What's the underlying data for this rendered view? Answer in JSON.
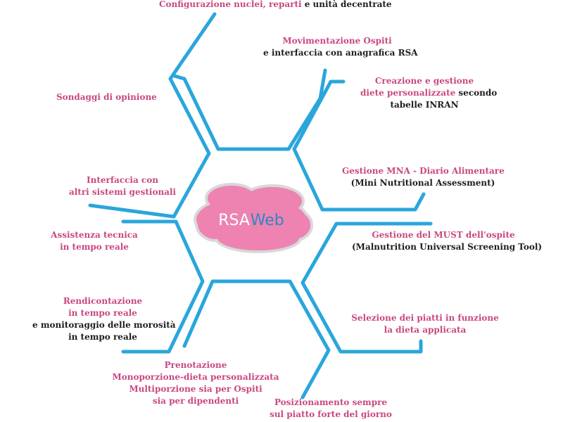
{
  "center": {
    "word1": "RSA",
    "word2": "Web"
  },
  "colors": {
    "line": "#2aa6dc",
    "pink": "#c9487f",
    "cloud": "#ee83b1",
    "cloud_outline": "#d8d8d8",
    "dark": "#1e1e1e",
    "web": "#2e86c8"
  },
  "labels": {
    "config": {
      "pink": "Configurazione nuclei, reparti",
      "dark": " e unità decentrate"
    },
    "movimentazione": {
      "line1": "Movimentazione Ospiti",
      "line2": "e interfaccia con anagrafica RSA"
    },
    "creazione": {
      "line1": "Creazione e gestione",
      "line2_pink": "diete personalizzate",
      "line2_dark": " secondo",
      "line3": "tabelle INRAN"
    },
    "sondaggi": {
      "line1": "Sondaggi di opinione"
    },
    "mna": {
      "line1": "Gestione MNA - Diario Alimentare",
      "line2": "(Mini Nutritional Assessment)"
    },
    "interfaccia": {
      "line1": "Interfaccia con",
      "line2": "altri sistemi gestionali"
    },
    "must": {
      "line1": "Gestione del MUST dell'ospite",
      "line2": "(Malnutrition Universal Screening Tool)"
    },
    "assistenza": {
      "line1": "Assistenza tecnica",
      "line2": "in tempo reale"
    },
    "rendicontazione": {
      "line1": "Rendicontazione",
      "line2": "in tempo reale",
      "line3": "e monitoraggio delle morosità",
      "line4": "in tempo reale"
    },
    "selezione": {
      "line1": "Selezione dei piatti in funzione",
      "line2": "la dieta applicata"
    },
    "prenotazione": {
      "line1": "Prenotazione",
      "line2": "Monoporzione-dieta personalizzata",
      "line3": "Multiporzione sia per Ospiti",
      "line4": "sia per dipendenti"
    },
    "posizionamento": {
      "line1": "Posizionamento sempre",
      "line2": "sul piatto forte del giorno"
    }
  }
}
